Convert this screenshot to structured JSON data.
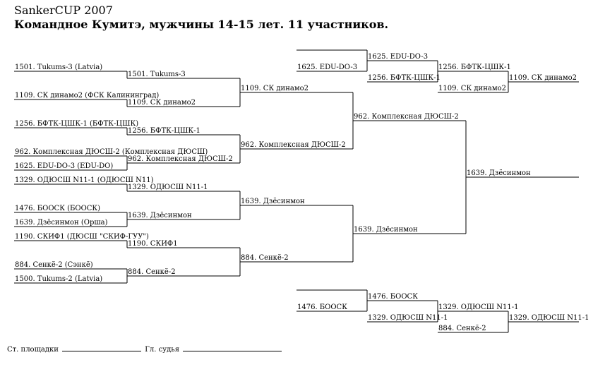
{
  "header": {
    "title": "SankerCUP 2007",
    "subtitle": "Командное Кумитэ, мужчины 14-15 лет. 11 участников."
  },
  "bracket": {
    "round1": [
      "1501. Tukums-3 (Latvia)",
      "1109. СК динамо2 (ФСК Калининград)",
      "1256. БФТК-ЦШК-1 (БФТК-ЦШК)",
      "962. Комплексная ДЮСШ-2 (Комплексная ДЮСШ)",
      "1625. EDU-DO-3 (EDU-DO)",
      "1329. ОДЮСШ N11-1 (ОДЮСШ N11)",
      "1476. БООСК (БООСК)",
      "1639. Дзёсинмон (Орша)",
      "1190. СКИФ1 (ДЮСШ \"СКИФ-ГУУ\")",
      "884. Сенкё-2 (Сэнкё)",
      "1500. Tukums-2 (Latvia)"
    ],
    "round2": [
      "1501. Tukums-3",
      "1109. СК динамо2",
      "1256. БФТК-ЦШК-1",
      "962. Комплексная ДЮСШ-2",
      "1329. ОДЮСШ N11-1",
      "1639. Дзёсинмон",
      "1190. СКИФ1",
      "884. Сенкё-2"
    ],
    "round3": [
      "1109. СК динамо2",
      "962. Комплексная ДЮСШ-2",
      "1639. Дзёсинмон",
      "884. Сенкё-2"
    ],
    "round4": [
      "962. Комплексная ДЮСШ-2",
      "1639. Дзёсинмон"
    ],
    "winner": "1639. Дзёсинмон"
  },
  "repechage_top": {
    "entry1": "1625. EDU-DO-3",
    "r2_a": "1625. EDU-DO-3",
    "r2_b": "1256. БФТК-ЦШК-1",
    "r3_a": "1256. БФТК-ЦШК-1",
    "r3_b": "1109. СК динамо2",
    "result": "1109. СК динамо2"
  },
  "repechage_bottom": {
    "entry1": "1476. БООСК",
    "r2_a": "1476. БООСК",
    "r2_b": "1329. ОДЮСШ N11-1",
    "r3_a": "1329. ОДЮСШ N11-1",
    "r3_b": "884. Сенкё-2",
    "result": "1329. ОДЮСШ N11-1"
  },
  "footer": {
    "site_chief_label": "Ст. площадки",
    "chief_judge_label": "Гл. судья"
  }
}
